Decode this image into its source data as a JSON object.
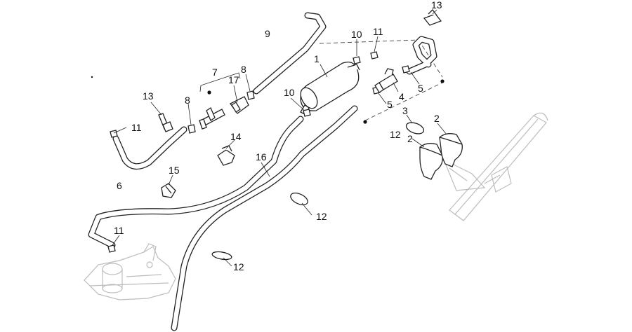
{
  "callouts": [
    {
      "id": "c1",
      "text": "1"
    },
    {
      "id": "c2a",
      "text": "2"
    },
    {
      "id": "c2b",
      "text": "2"
    },
    {
      "id": "c3",
      "text": "3"
    },
    {
      "id": "c4",
      "text": "4"
    },
    {
      "id": "c5a",
      "text": "5"
    },
    {
      "id": "c5b",
      "text": "5"
    },
    {
      "id": "c6",
      "text": "6"
    },
    {
      "id": "c7",
      "text": "7"
    },
    {
      "id": "c8a",
      "text": "8"
    },
    {
      "id": "c8b",
      "text": "8"
    },
    {
      "id": "c9",
      "text": "9"
    },
    {
      "id": "c10a",
      "text": "10"
    },
    {
      "id": "c10b",
      "text": "10"
    },
    {
      "id": "c11a",
      "text": "11"
    },
    {
      "id": "c11b",
      "text": "11"
    },
    {
      "id": "c11c",
      "text": "11"
    },
    {
      "id": "c12a",
      "text": "12"
    },
    {
      "id": "c12b",
      "text": "12"
    },
    {
      "id": "c12c",
      "text": "12"
    },
    {
      "id": "c13a",
      "text": "13"
    },
    {
      "id": "c13b",
      "text": "13"
    },
    {
      "id": "c14",
      "text": "14"
    },
    {
      "id": "c15",
      "text": "15"
    },
    {
      "id": "c16",
      "text": "16"
    },
    {
      "id": "c17",
      "text": "17"
    }
  ]
}
